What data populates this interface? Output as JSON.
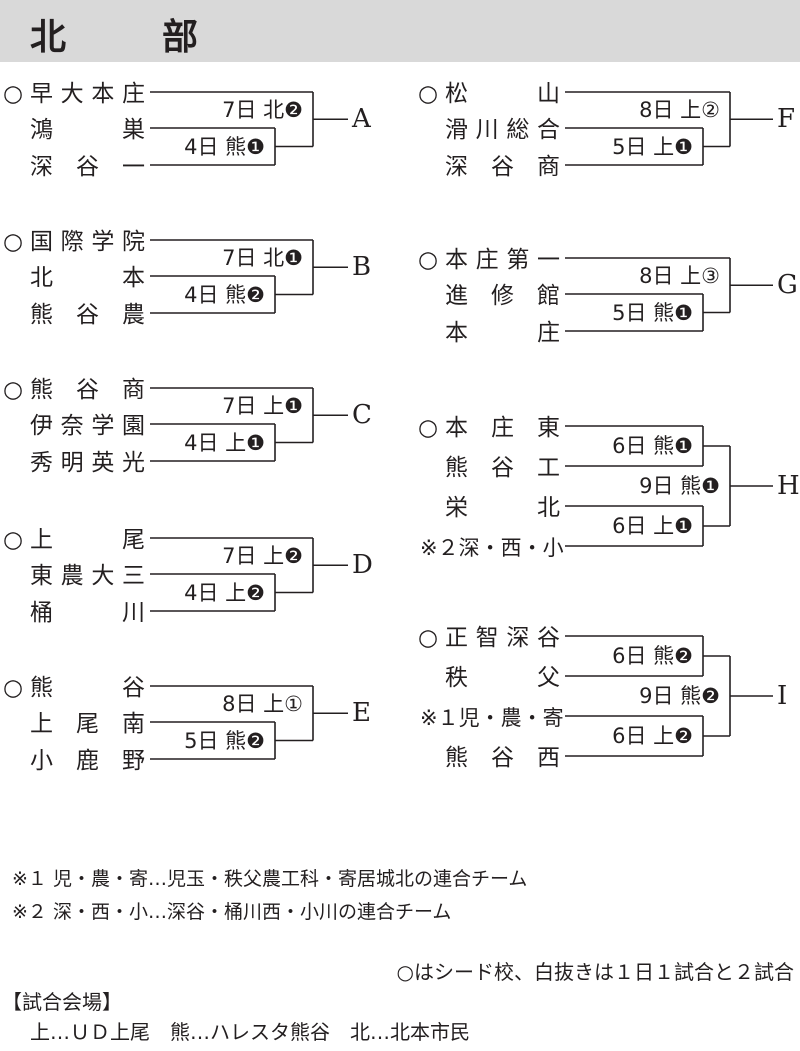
{
  "title": "北　部",
  "seed_mark": "○",
  "blocks": [
    {
      "letter": "A",
      "teams": [
        {
          "name": "早大本庄",
          "seed": true
        },
        {
          "name": "鴻巣"
        },
        {
          "name": "深谷一"
        }
      ],
      "matches": [
        "7日 北❷",
        "4日 熊❶"
      ]
    },
    {
      "letter": "B",
      "teams": [
        {
          "name": "国際学院",
          "seed": true
        },
        {
          "name": "北本"
        },
        {
          "name": "熊谷農"
        }
      ],
      "matches": [
        "7日 北❶",
        "4日 熊❷"
      ]
    },
    {
      "letter": "C",
      "teams": [
        {
          "name": "熊谷商",
          "seed": true
        },
        {
          "name": "伊奈学園"
        },
        {
          "name": "秀明英光"
        }
      ],
      "matches": [
        "7日 上❶",
        "4日 上❶"
      ]
    },
    {
      "letter": "D",
      "teams": [
        {
          "name": "上尾",
          "seed": true
        },
        {
          "name": "東農大三"
        },
        {
          "name": "桶川"
        }
      ],
      "matches": [
        "7日 上❷",
        "4日 上❷"
      ]
    },
    {
      "letter": "E",
      "teams": [
        {
          "name": "熊谷",
          "seed": true
        },
        {
          "name": "上尾南"
        },
        {
          "name": "小鹿野"
        }
      ],
      "matches": [
        "8日 上①",
        "5日 熊❷"
      ]
    },
    {
      "letter": "F",
      "teams": [
        {
          "name": "松山",
          "seed": true
        },
        {
          "name": "滑川総合"
        },
        {
          "name": "深谷商"
        }
      ],
      "matches": [
        "8日 上②",
        "5日 上❶"
      ]
    },
    {
      "letter": "G",
      "teams": [
        {
          "name": "本庄第一",
          "seed": true
        },
        {
          "name": "進修館"
        },
        {
          "name": "本庄"
        }
      ],
      "matches": [
        "8日 上③",
        "5日 熊❶"
      ]
    },
    {
      "letter": "H",
      "teams": [
        {
          "name": "本庄東",
          "seed": true
        },
        {
          "name": "熊谷工"
        },
        {
          "name": "栄北"
        },
        {
          "name": "※２深・西・小",
          "note": true
        }
      ],
      "matches": [
        "6日 熊❶",
        "9日 熊❶",
        "6日 上❶"
      ]
    },
    {
      "letter": "I",
      "teams": [
        {
          "name": "正智深谷",
          "seed": true
        },
        {
          "name": "秩父"
        },
        {
          "name": "※１児・農・寄",
          "note": true
        },
        {
          "name": "熊谷西"
        }
      ],
      "matches": [
        "6日 熊❷",
        "9日 熊❷",
        "6日 上❷"
      ]
    }
  ],
  "notes": {
    "note1": "※１ 児・農・寄…児玉・秩父農工科・寄居城北の連合チーム",
    "note2": "※２ 深・西・小…深谷・桶川西・小川の連合チーム",
    "legend": "○はシード校、白抜きは１日１試合と２試合",
    "venue_heading": "【試合会場】",
    "venues": "上…ＵＤ上尾　熊…ハレスタ熊谷　北…北本市民"
  }
}
